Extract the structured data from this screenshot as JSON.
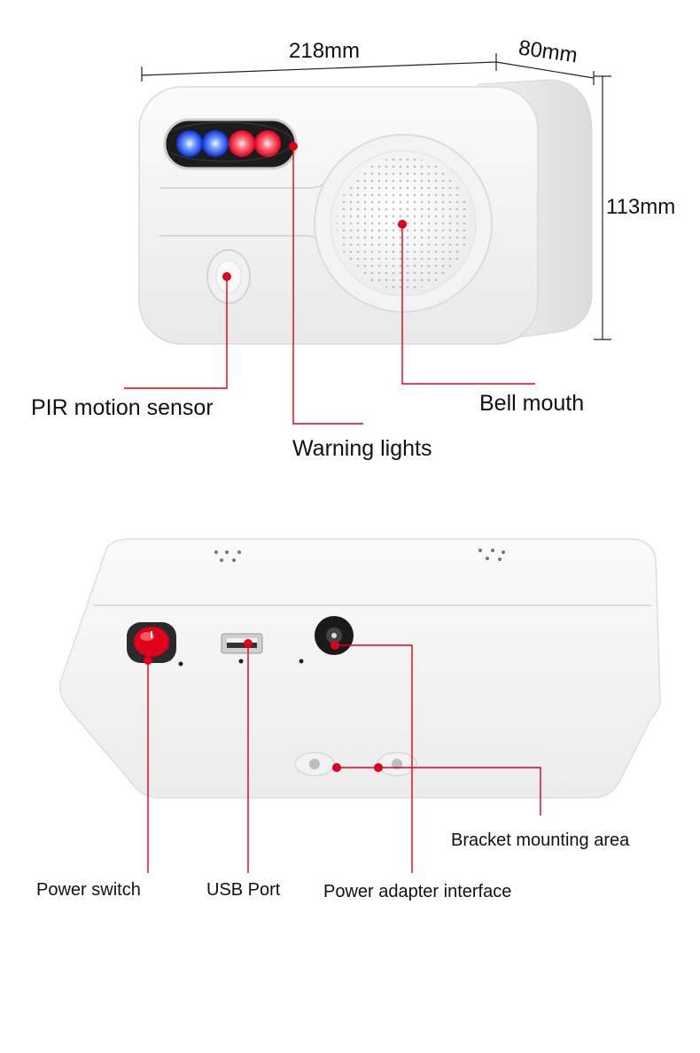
{
  "dimensions": {
    "width": "218mm",
    "depth": "80mm",
    "height": "113mm"
  },
  "front_view": {
    "labels": {
      "pir": "PIR motion sensor",
      "lights": "Warning lights",
      "bell": "Bell mouth"
    }
  },
  "bottom_view": {
    "labels": {
      "power_switch": "Power switch",
      "usb": "USB Port",
      "power_adapter": "Power adapter interface",
      "bracket": "Bracket mounting area"
    }
  },
  "colors": {
    "callout": "#e0001b",
    "device_body": "#f4f4f4",
    "led_blue": "#1f5cff",
    "led_red": "#ff1a2e"
  }
}
